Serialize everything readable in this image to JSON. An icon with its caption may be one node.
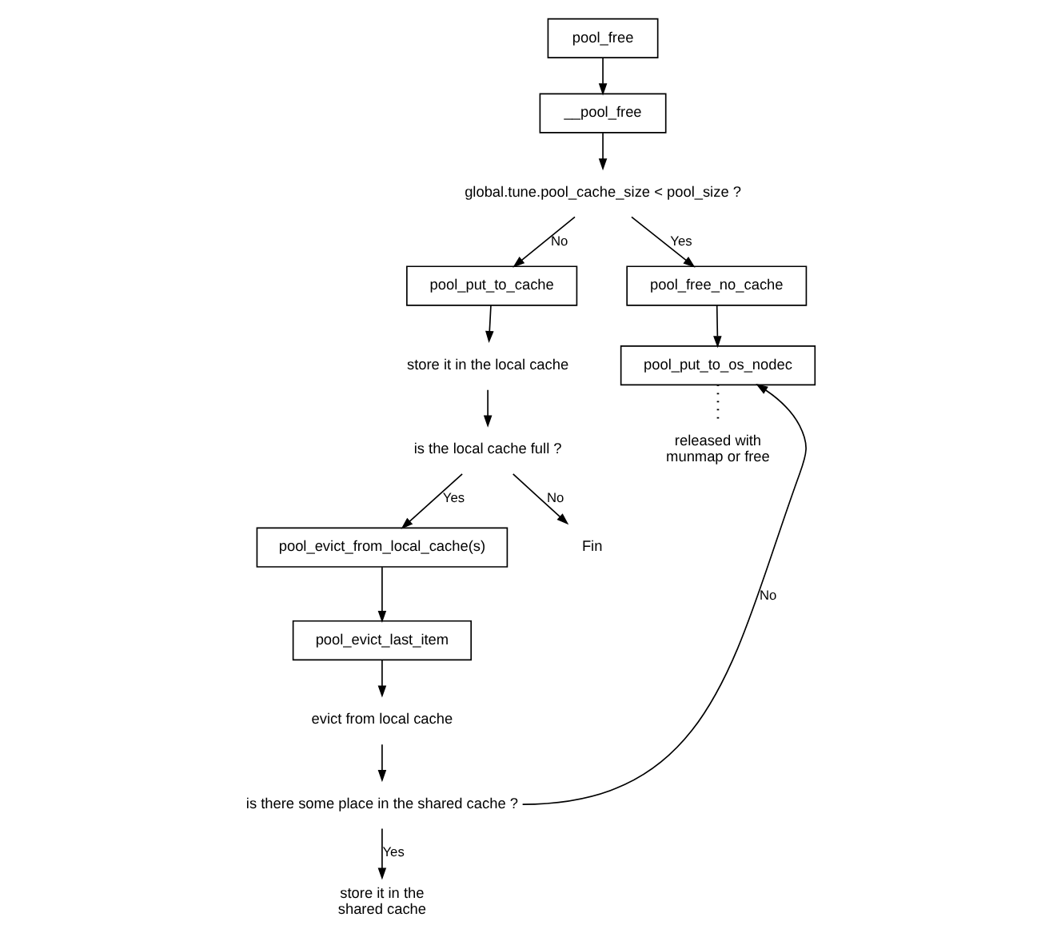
{
  "diagram": {
    "nodes": [
      {
        "text": [
          "pool_free"
        ]
      },
      {
        "text": [
          "__pool_free"
        ]
      },
      {
        "text": [
          "global.tune.pool_cache_size < pool_size ?"
        ]
      },
      {
        "text": [
          "pool_put_to_cache"
        ]
      },
      {
        "text": [
          "pool_free_no_cache"
        ]
      },
      {
        "text": [
          "store it in the local cache"
        ]
      },
      {
        "text": [
          "pool_put_to_os_nodec"
        ]
      },
      {
        "text": [
          "is the local cache full ?"
        ]
      },
      {
        "text": [
          "released with munmap or free"
        ]
      },
      {
        "text": [
          "pool_evict_from_local_cache(s)"
        ]
      },
      {
        "text": [
          "Fin"
        ]
      },
      {
        "text": [
          "pool_evict_last_item"
        ]
      },
      {
        "text": [
          "evict from local cache"
        ]
      },
      {
        "text": [
          "is there some place in the shared cache ?"
        ]
      },
      {
        "text": [
          "store it in the shared cache"
        ]
      }
    ],
    "edges": [
      {
        "from": 0,
        "to": 1,
        "arrow": "to"
      },
      {
        "from": 1,
        "to": 2,
        "arrow": "to"
      },
      {
        "from": 2,
        "to": 3,
        "arrow": "to",
        "label": "No"
      },
      {
        "from": 2,
        "to": 4,
        "arrow": "to",
        "label": "Yes"
      },
      {
        "from": 3,
        "to": 5,
        "arrow": "to"
      },
      {
        "from": 4,
        "to": 6,
        "arrow": "to"
      },
      {
        "from": 5,
        "to": 7,
        "arrow": "to"
      },
      {
        "from": 6,
        "to": 8,
        "arrow": "none",
        "style": "dashed"
      },
      {
        "from": 7,
        "to": 9,
        "arrow": "to",
        "label": "Yes"
      },
      {
        "from": 7,
        "to": 10,
        "arrow": "to",
        "label": "No"
      },
      {
        "from": 9,
        "to": 11,
        "arrow": "to"
      },
      {
        "from": 11,
        "to": 12,
        "arrow": "to"
      },
      {
        "from": 12,
        "to": 13,
        "arrow": "to"
      },
      {
        "from": 13,
        "to": 14,
        "arrow": "to",
        "label": "Yes"
      },
      {
        "from": 13,
        "to": 6,
        "arrow": "to",
        "label": "No"
      }
    ]
  }
}
